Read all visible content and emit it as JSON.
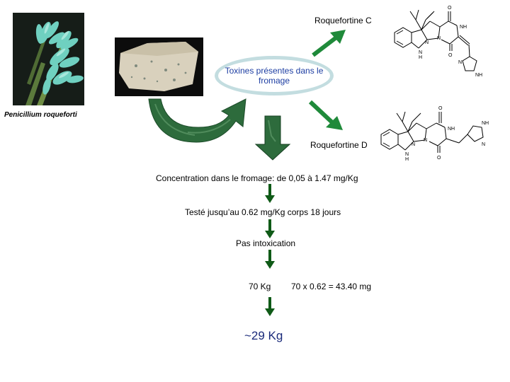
{
  "images": {
    "penicillium": {
      "caption": "Penicillium roqueforti",
      "icon": "mold-spores-photo"
    },
    "cheese": {
      "icon": "roquefort-cheese-photo"
    }
  },
  "center": {
    "label": "Toxines présentes dans le fromage",
    "border_color": "#c3dde0",
    "text_color": "#1c3da2"
  },
  "molecules": {
    "c": {
      "label": "Roquefortine C",
      "atoms": {
        "o_top": "O",
        "nh": "NH",
        "n_mid": "N",
        "n_ring": "N",
        "o_bot": "O",
        "n_low": "N",
        "h_low": "H",
        "n_imid": "N",
        "nh_imid": "NH"
      }
    },
    "d": {
      "label": "Roquefortine D",
      "atoms": {
        "o_top": "O",
        "nh": "NH",
        "n_mid": "N",
        "n_ring": "N",
        "o_bot": "O",
        "n_low": "N",
        "h_low": "H",
        "nh_imid": "NH",
        "n_imid": "N"
      }
    }
  },
  "flow": [
    "Concentration dans le fromage:  de 0,05 à 1.47 mg/Kg",
    "Testé jusqu’au 0.62 mg/Kg corps 18 jours",
    "Pas intoxication"
  ],
  "calc": {
    "weight": "70 Kg",
    "formula": "70 x 0.62 = 43.40 mg"
  },
  "result": "~29 Kg",
  "colors": {
    "arrow_green": "#1f6b28",
    "dark_green": "#0f5a17",
    "marble_green": "#2a6a3a"
  }
}
